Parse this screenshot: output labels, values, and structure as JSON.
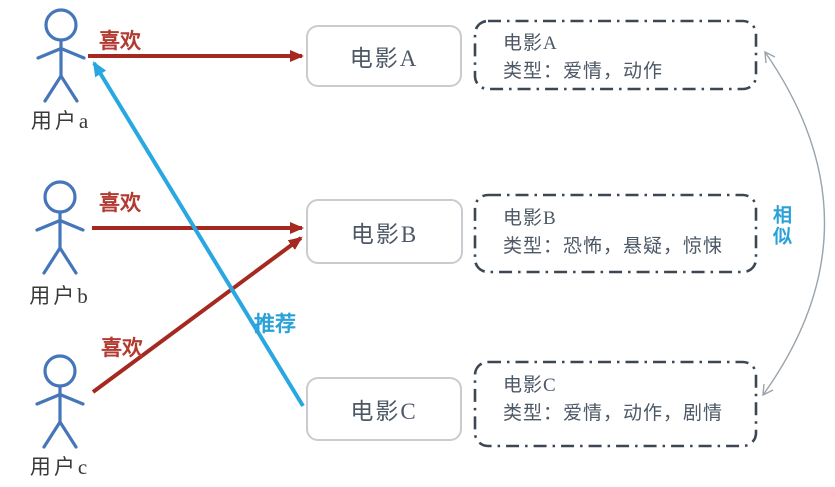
{
  "diagram": {
    "users": [
      {
        "label": "用户a"
      },
      {
        "label": "用户b"
      },
      {
        "label": "用户c"
      }
    ],
    "movies": [
      {
        "label": "电影A"
      },
      {
        "label": "电影B"
      },
      {
        "label": "电影C"
      }
    ],
    "movie_attributes": [
      {
        "title": "电影A",
        "genres": "类型：爱情，动作"
      },
      {
        "title": "电影B",
        "genres": "类型：恐怖，悬疑，惊悚"
      },
      {
        "title": "电影C",
        "genres": "类型：爱情，动作，剧情"
      }
    ],
    "edge_labels": {
      "like_user_a": "喜欢",
      "like_user_b": "喜欢",
      "like_user_c": "喜欢",
      "recommend": "推荐",
      "similar": "相似"
    },
    "colors": {
      "like_arrow": "#a5291f",
      "like_label": "#b23a31",
      "recommend_arrow": "#29a7e1",
      "figure_blue": "#4576ba",
      "dashed_border": "#3c4754",
      "node_border": "#c8ccd1",
      "node_text": "#4d5866",
      "similar_curve": "#9aa4ab"
    }
  }
}
